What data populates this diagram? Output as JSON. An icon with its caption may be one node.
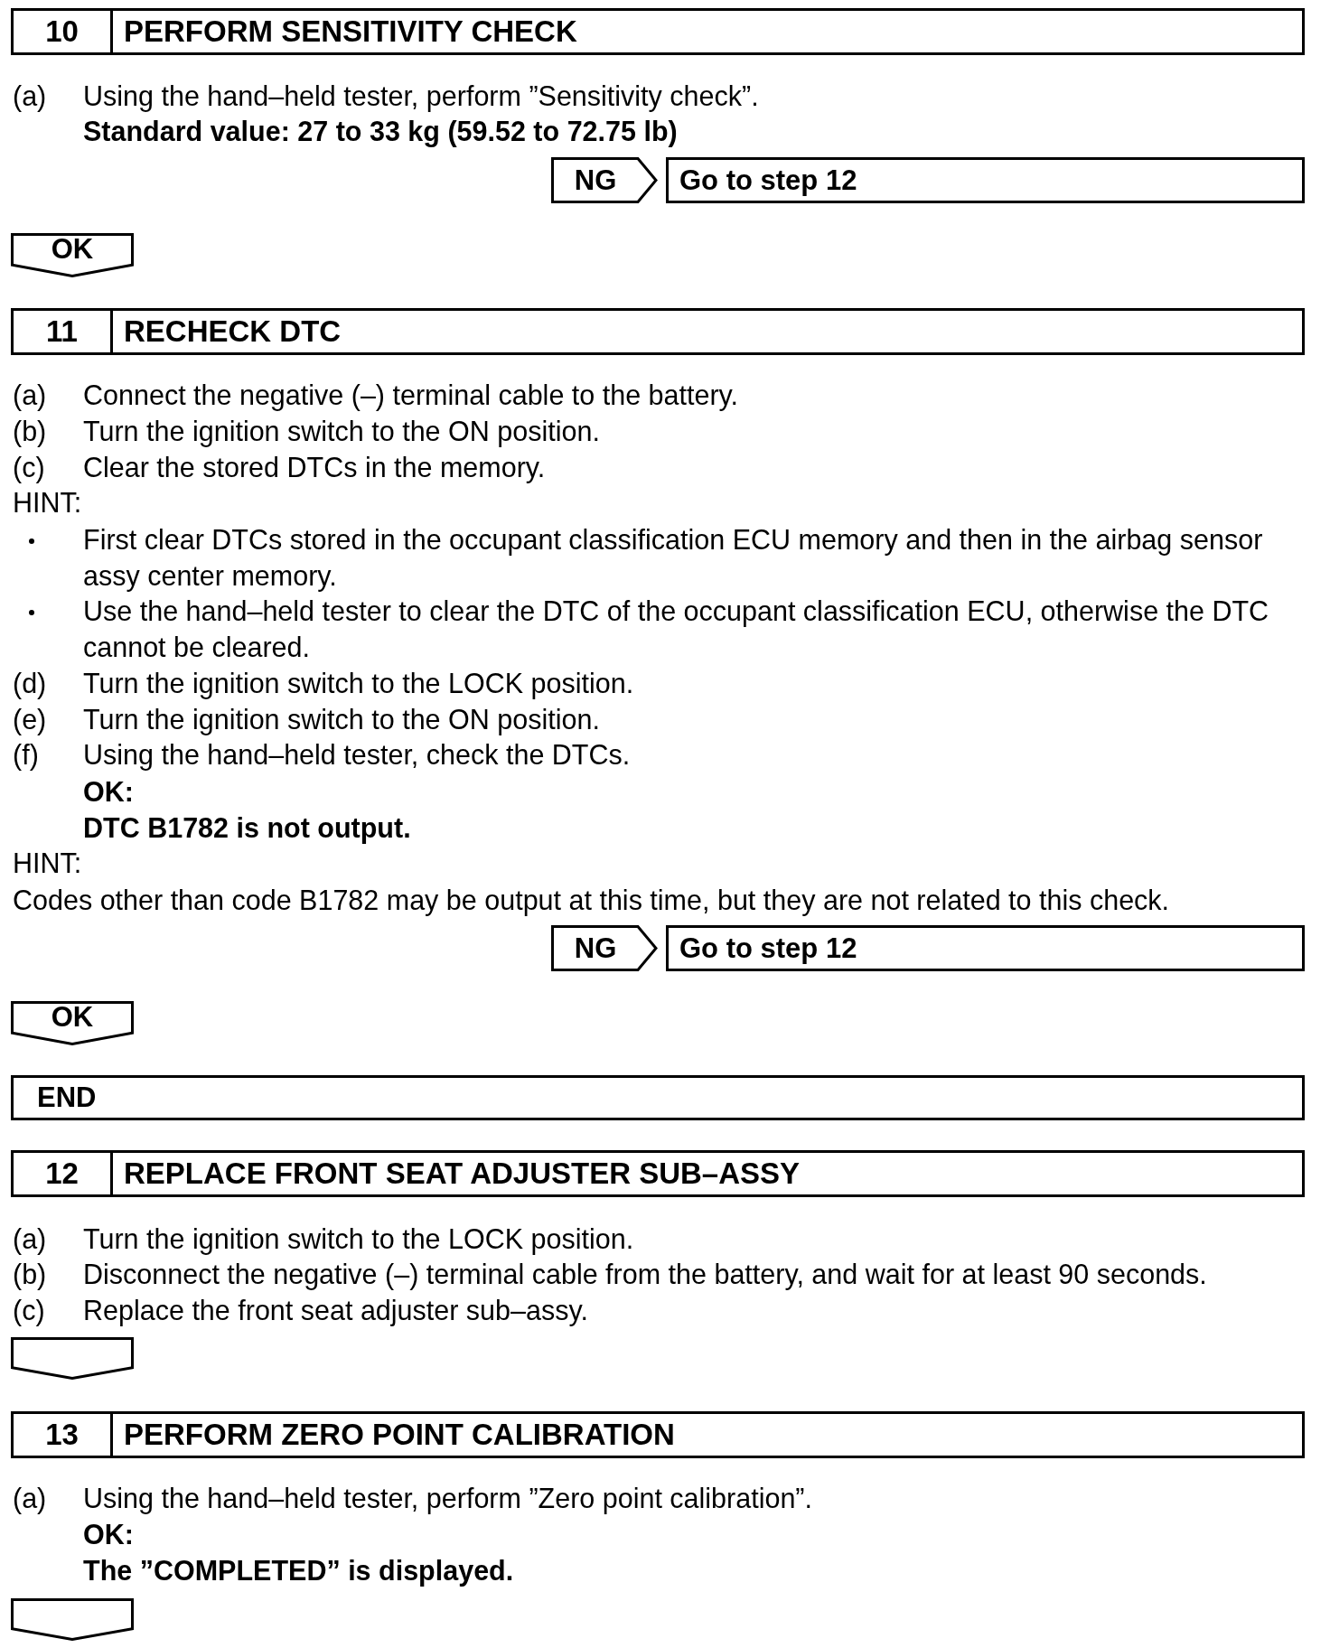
{
  "diagram": {
    "nodes": [
      {
        "text": [
          "10",
          "PERFORM SENSITIVITY CHECK"
        ]
      },
      {
        "text": [
          "NG"
        ]
      },
      {
        "text": [
          "Go to step 12"
        ]
      },
      {
        "text": [
          "OK"
        ]
      },
      {
        "text": [
          "11",
          "RECHECK DTC"
        ]
      },
      {
        "text": [
          "NG"
        ]
      },
      {
        "text": [
          "Go to step 12"
        ]
      },
      {
        "text": [
          "OK"
        ]
      },
      {
        "text": [
          "END"
        ]
      },
      {
        "text": [
          "12",
          "REPLACE FRONT SEAT ADJUSTER SUB–ASSY"
        ]
      },
      {
        "text": [],
        "shape": "arrow"
      },
      {
        "text": [
          "13",
          "PERFORM ZERO POINT CALIBRATION"
        ]
      },
      {
        "text": [],
        "shape": "arrow"
      }
    ],
    "labels": [
      "(a)",
      "Using the hand–held tester, perform ”Sensitivity check”.",
      "Standard value: 27 to 33 kg (59.52 to 72.75 lb)",
      "(a)",
      "Connect the negative (–) terminal cable to the battery.",
      "(b)",
      "Turn the ignition switch to the ON position.",
      "(c)",
      "Clear the stored DTCs in the memory.",
      "HINT:",
      "First clear DTCs stored in the occupant classification ECU memory and then in the airbag sensor assy center memory.",
      "Use the hand–held tester to clear the DTC of the occupant classification ECU, otherwise the DTC cannot be cleared.",
      "(d)",
      "Turn the ignition switch to the LOCK position.",
      "(e)",
      "Turn the ignition switch to the ON position.",
      "(f)",
      "Using the hand–held tester, check the DTCs.",
      "OK:",
      "DTC B1782 is not output.",
      "HINT:",
      "Codes other than code B1782 may be output at this time, but they are not related to this check.",
      "(a)",
      "Turn the ignition switch to the LOCK position.",
      "(b)",
      "Disconnect the negative (–) terminal cable from the battery, and wait for at least 90 seconds.",
      "(c)",
      "Replace the front seat adjuster sub–assy.",
      "(a)",
      "Using the hand–held tester, perform ”Zero point calibration”.",
      "OK:",
      "The ”COMPLETED” is displayed."
    ]
  }
}
